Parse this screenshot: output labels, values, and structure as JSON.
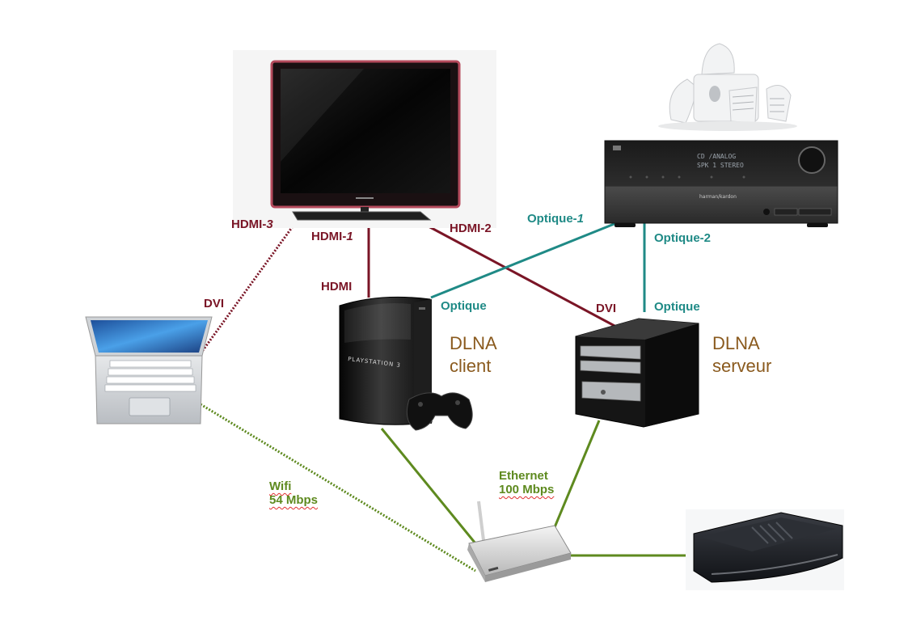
{
  "colors": {
    "hdmi": "#7a1526",
    "optical": "#1f8a86",
    "network": "#5e8a1f",
    "role_text": "#8a5a1e"
  },
  "devices": [
    {
      "id": "tv",
      "icon": "flat-screen-tv-icon"
    },
    {
      "id": "speakers",
      "icon": "surround-speakers-icon"
    },
    {
      "id": "av_receiver",
      "icon": "av-receiver-icon",
      "display_lines": [
        "CD    /ANALOG",
        "SPK 1 STEREO"
      ],
      "brand": "harman/kardon"
    },
    {
      "id": "laptop",
      "icon": "laptop-icon"
    },
    {
      "id": "ps3",
      "icon": "game-console-icon",
      "brand": "PLAYSTATION 3"
    },
    {
      "id": "pc_server",
      "icon": "pc-tower-icon"
    },
    {
      "id": "router",
      "icon": "wifi-router-icon"
    },
    {
      "id": "modem",
      "icon": "modem-box-icon"
    }
  ],
  "labels": {
    "hdmi3": "HDMI-",
    "hdmi3_num": "3",
    "hdmi1": "HDMI-",
    "hdmi1_num": "1",
    "hdmi2": "HDMI-2",
    "hdmi_ps3": "HDMI",
    "dvi_laptop": "DVI",
    "dvi_pc": "DVI",
    "optique1": "Optique-",
    "optique1_num": "1",
    "optique2": "Optique-2",
    "optique_ps3": "Optique",
    "optique_pc": "Optique",
    "wifi_line1": "Wifi",
    "wifi_line2": "54 Mbps",
    "ethernet_line1": "Ethernet",
    "ethernet_line2": "100 Mbps"
  },
  "roles": {
    "client_line1": "DLNA",
    "client_line2": "client",
    "server_line1": "DLNA",
    "server_line2": "serveur"
  },
  "connections": [
    {
      "from": "tv",
      "to": "ps3",
      "type": "hdmi",
      "style": "solid"
    },
    {
      "from": "tv",
      "to": "pc_server",
      "type": "hdmi",
      "style": "solid"
    },
    {
      "from": "tv",
      "to": "laptop",
      "type": "hdmi",
      "style": "dotted"
    },
    {
      "from": "ps3",
      "to": "av_receiver",
      "type": "optical",
      "style": "solid"
    },
    {
      "from": "pc_server",
      "to": "av_receiver",
      "type": "optical",
      "style": "solid"
    },
    {
      "from": "ps3",
      "to": "router",
      "type": "network",
      "style": "solid"
    },
    {
      "from": "pc_server",
      "to": "router",
      "type": "network",
      "style": "solid"
    },
    {
      "from": "laptop",
      "to": "router",
      "type": "network",
      "style": "dotted"
    },
    {
      "from": "router",
      "to": "modem",
      "type": "network",
      "style": "solid"
    }
  ]
}
